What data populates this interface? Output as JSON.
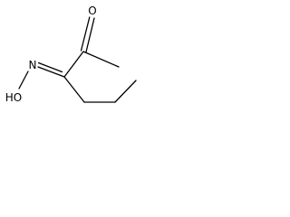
{
  "molecule": {
    "atom_labels": {
      "carbonyl_oxygen": "O",
      "oxime_nitrogen": "N",
      "hydroxyl_group": "HO"
    }
  },
  "colors": {
    "background": "#ffffff",
    "ink": "#000000"
  }
}
